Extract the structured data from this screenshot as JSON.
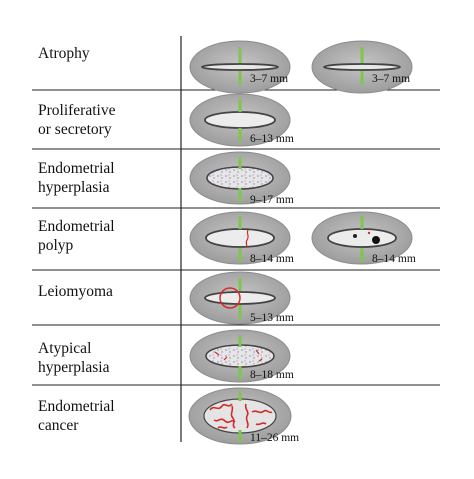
{
  "rows": [
    {
      "label_line1": "Atrophy",
      "label_line2": "",
      "measurements": [
        "3–7 mm",
        "3–7 mm"
      ]
    },
    {
      "label_line1": "Proliferative",
      "label_line2": "or secretory",
      "measurements": [
        "6–13 mm"
      ]
    },
    {
      "label_line1": "Endometrial",
      "label_line2": "hyperplasia",
      "measurements": [
        "9–17 mm"
      ]
    },
    {
      "label_line1": "Endometrial",
      "label_line2": "polyp",
      "measurements": [
        "8–14 mm",
        "8–14 mm"
      ]
    },
    {
      "label_line1": "Leiomyoma",
      "label_line2": "",
      "measurements": [
        "5–13 mm"
      ]
    },
    {
      "label_line1": "Atypical",
      "label_line2": "hyperplasia",
      "measurements": [
        "8–18 mm"
      ]
    },
    {
      "label_line1": "Endometrial",
      "label_line2": "cancer",
      "measurements": [
        "11–26 mm"
      ]
    }
  ],
  "colors": {
    "uterus_outer": "#a9a9a9",
    "uterus_edge": "#8c8c8c",
    "cavity_outline": "#444444",
    "endometrium": "#ececec",
    "measure_marker": "#7cc84a",
    "pathology": "#d42a2a"
  }
}
